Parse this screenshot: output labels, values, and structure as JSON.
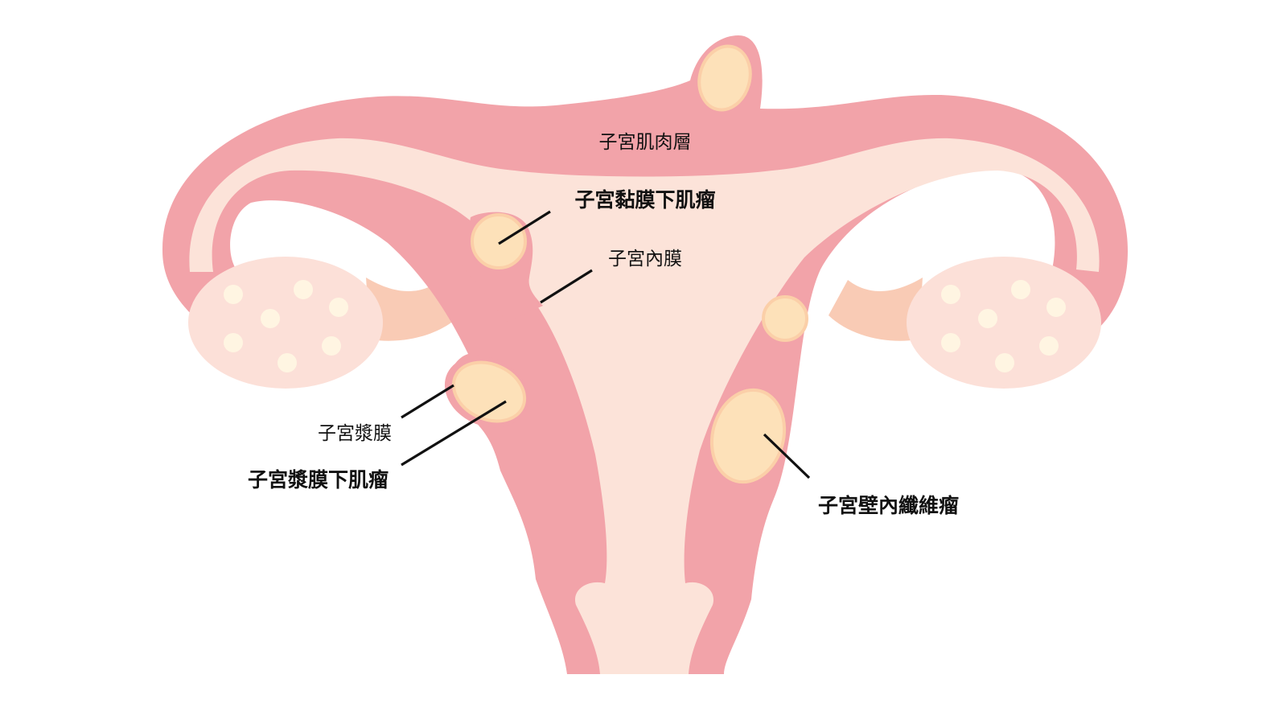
{
  "labels": {
    "myometrium": "子宮肌肉層",
    "submucosal_fibroid": "子宮黏膜下肌瘤",
    "endometrium": "子宮內膜",
    "serosa": "子宮漿膜",
    "subserosal_fibroid": "子宮漿膜下肌瘤",
    "intramural_fibroid": "子宮壁內纖維瘤"
  },
  "colors": {
    "muscle": "#f2a3a9",
    "cavity": "#fce3d9",
    "fibroid": "#fde1b9",
    "fibroid_edge": "#fbcfa8",
    "ovary": "#fce0d8",
    "follicle": "#fff5e2",
    "ligament": "#f9cbb5"
  }
}
